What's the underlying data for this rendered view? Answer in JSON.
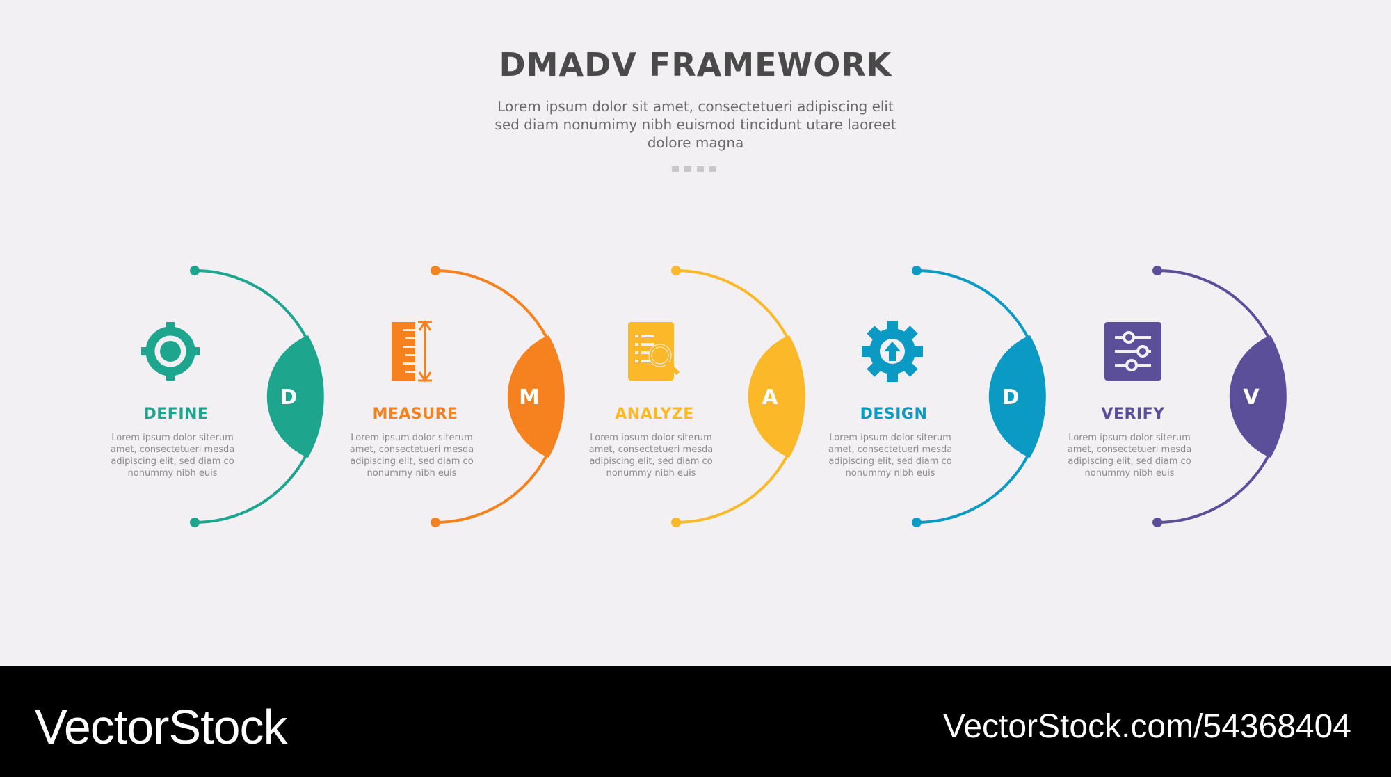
{
  "header": {
    "title": "DMADV FRAMEWORK",
    "subtitle": "Lorem ipsum dolor sit amet, consectetueri adipiscing elit sed diam nonumimy nibh euismod tincidunt utare laoreet dolore magna"
  },
  "steps": [
    {
      "letter": "D",
      "title": "DEFINE",
      "color": "#1ea58e",
      "icon": "target-icon",
      "desc": "Lorem ipsum dolor siterum amet, consectetueri mesda adipiscing elit, sed diam co nonummy nibh euis"
    },
    {
      "letter": "M",
      "title": "MEASURE",
      "color": "#f5821f",
      "icon": "ruler-icon",
      "desc": "Lorem ipsum dolor siterum amet, consectetueri mesda adipiscing elit, sed diam co nonummy nibh euis"
    },
    {
      "letter": "A",
      "title": "ANALYZE",
      "color": "#fbb92a",
      "icon": "document-search-icon",
      "desc": "Lorem ipsum dolor siterum amet, consectetueri mesda adipiscing elit, sed diam co nonummy nibh euis"
    },
    {
      "letter": "D",
      "title": "DESIGN",
      "color": "#0b9ac4",
      "icon": "gear-upload-icon",
      "desc": "Lorem ipsum dolor siterum amet, consectetueri mesda adipiscing elit, sed diam co nonummy nibh euis"
    },
    {
      "letter": "V",
      "title": "VERIFY",
      "color": "#5b4f9a",
      "icon": "sliders-icon",
      "desc": "Lorem ipsum dolor siterum amet, consectetueri mesda adipiscing elit, sed diam co nonummy nibh euis"
    }
  ],
  "footer": {
    "brand": "VectorStock",
    "url": "VectorStock.com/54368404"
  }
}
